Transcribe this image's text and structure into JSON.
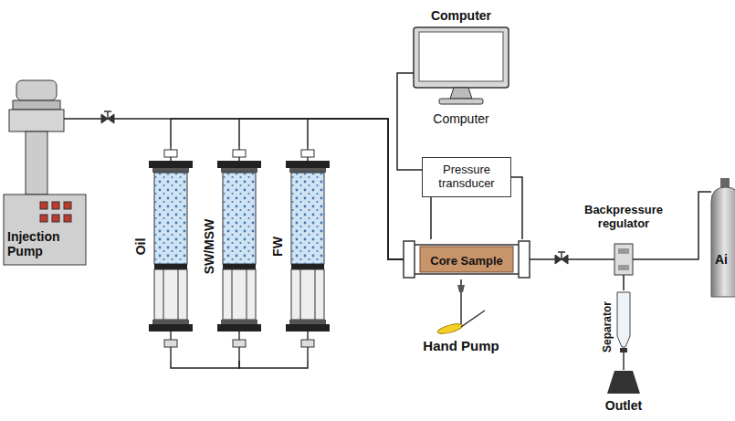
{
  "diagram": {
    "nodes": [
      {
        "text": [
          "Computer",
          "Computer"
        ]
      },
      {
        "text": [
          "Injection Pump"
        ]
      },
      {
        "text": [
          "Oil"
        ]
      },
      {
        "text": [
          "SW/MSW"
        ]
      },
      {
        "text": [
          "FW"
        ]
      },
      {
        "text": [
          "Pressure transducer"
        ]
      },
      {
        "text": [
          "Core Sample"
        ]
      },
      {
        "text": [
          "Backpressure regulator"
        ]
      },
      {
        "text": [
          "Ai"
        ]
      },
      {
        "text": [
          "Hand Pump"
        ]
      },
      {
        "text": [
          "Separator"
        ]
      },
      {
        "text": [
          "Outlet"
        ]
      }
    ],
    "edges": [
      {
        "from": 1,
        "to": 6,
        "arrow": "none"
      },
      {
        "from": 2,
        "to": 6,
        "arrow": "none"
      },
      {
        "from": 3,
        "to": 6,
        "arrow": "none"
      },
      {
        "from": 4,
        "to": 6,
        "arrow": "none"
      },
      {
        "from": 2,
        "to": 3,
        "arrow": "none"
      },
      {
        "from": 3,
        "to": 4,
        "arrow": "none"
      },
      {
        "from": 0,
        "to": 5,
        "arrow": "none"
      },
      {
        "from": 5,
        "to": 6,
        "arrow": "none"
      },
      {
        "from": 5,
        "to": 6,
        "arrow": "none"
      },
      {
        "from": 6,
        "to": 7,
        "arrow": "none"
      },
      {
        "from": 7,
        "to": 8,
        "arrow": "none"
      },
      {
        "from": 9,
        "to": 6,
        "arrow": "none"
      },
      {
        "from": 7,
        "to": 10,
        "arrow": "none"
      },
      {
        "from": 10,
        "to": 11,
        "arrow": "none"
      }
    ]
  }
}
